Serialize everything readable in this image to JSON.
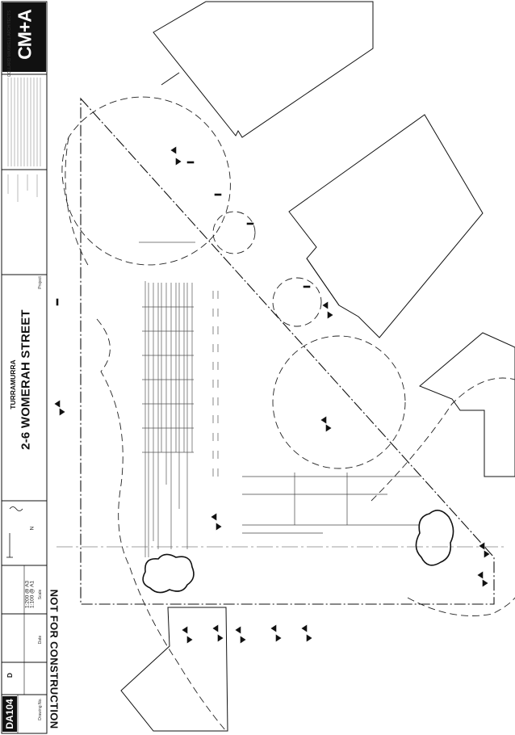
{
  "title_block": {
    "logo": "CM+A",
    "firm_name": "COLLARD MAXWELL ARCHITECTS",
    "project_label": "Project",
    "project_title": "2-6 WOMERAH STREET",
    "project_suburb": "TURRAMURRA",
    "not_for_construction": "NOT FOR CONSTRUCTION",
    "drawing_no_label": "Drawing No.",
    "drawing_number": "DA104",
    "revision": "D",
    "scale_label": "Scale",
    "scale_value": "1:100 @ A1",
    "scale_value_2": "1:200 @ A3",
    "date_label": "Date",
    "north_label": "N"
  },
  "plan": {
    "outline_color": "#111111",
    "tree_line_color": "#222222",
    "hatch_color": "#555555"
  }
}
